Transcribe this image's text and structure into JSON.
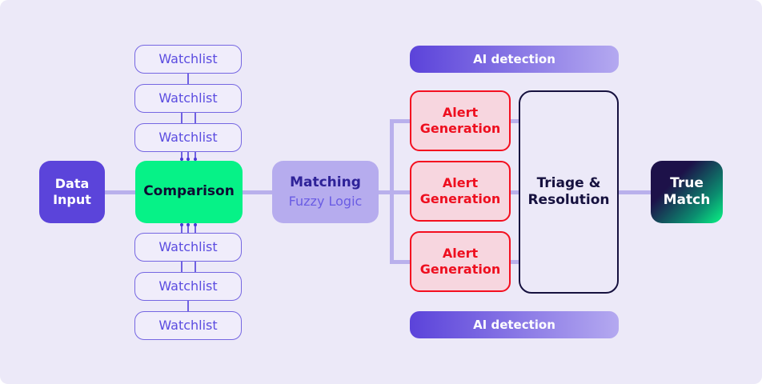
{
  "diagram": {
    "nodes": {
      "data_input": "Data\nInput",
      "comparison": "Comparison",
      "matching_title": "Matching",
      "matching_subtitle": "Fuzzy Logic",
      "triage": "Triage &\nResolution",
      "true_match": "True\nMatch"
    },
    "watchlists_top": [
      "Watchlist",
      "Watchlist",
      "Watchlist"
    ],
    "watchlists_bottom": [
      "Watchlist",
      "Watchlist",
      "Watchlist"
    ],
    "alerts": [
      "Alert\nGeneration",
      "Alert\nGeneration",
      "Alert\nGeneration"
    ],
    "banners": {
      "top": "AI detection",
      "bottom": "AI detection"
    },
    "colors": {
      "canvas_bg": "#ece9f8",
      "accent_purple": "#5b44da",
      "accent_green": "#06f287",
      "matching_bg": "#b6acee",
      "watchlist_purple": "#5b4ce0",
      "alert_red": "#f40f1f",
      "alert_bg": "#f7d6df",
      "navy": "#16113f",
      "connector": "#b9b0ec",
      "banner_gradient": [
        "#5b43da",
        "#b4a9f0"
      ],
      "true_match_gradient": [
        "#1d1149",
        "#0af584"
      ]
    }
  }
}
